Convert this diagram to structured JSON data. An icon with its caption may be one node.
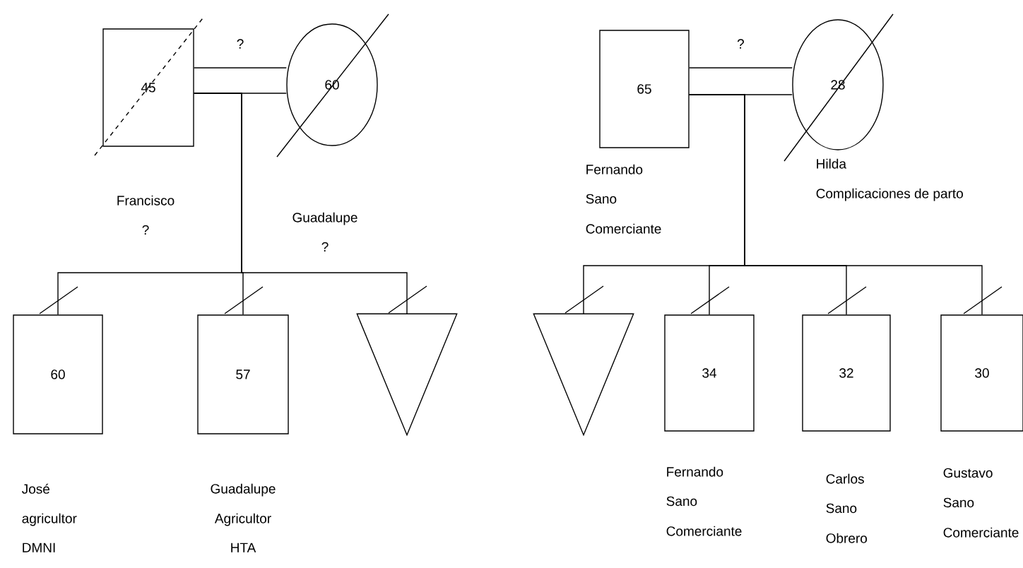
{
  "diagram": {
    "nodes": [
      {
        "text": [
          "45"
        ],
        "beside": [
          "Francisco",
          "?"
        ]
      },
      {
        "text": [
          "60"
        ],
        "beside": [
          "Guadalupe",
          "?"
        ]
      },
      {
        "text": [
          "65"
        ],
        "beside": [
          "Fernando",
          "Sano",
          "Comerciante"
        ]
      },
      {
        "text": [
          "28"
        ],
        "beside": [
          "Hilda",
          "Complicaciones de parto"
        ]
      },
      {
        "text": [
          "60"
        ],
        "beside": [
          "José",
          "agricultor",
          "DMNI"
        ]
      },
      {
        "text": [
          "57"
        ],
        "beside": [
          "Guadalupe",
          "Agricultor",
          "HTA"
        ]
      },
      {
        "text": [],
        "shape": "triangle"
      },
      {
        "text": [],
        "shape": "triangle"
      },
      {
        "text": [
          "34"
        ],
        "beside": [
          "Fernando",
          "Sano",
          "Comerciante"
        ]
      },
      {
        "text": [
          "32"
        ],
        "beside": [
          "Carlos",
          "Sano",
          "Obrero"
        ]
      },
      {
        "text": [
          "30"
        ],
        "beside": [
          "Gustavo",
          "Sano",
          "Comerciante"
        ]
      }
    ],
    "edges": [
      {
        "from": 0,
        "to": 1,
        "arrow": "none",
        "label": "?"
      },
      {
        "from": 0,
        "to": 1,
        "arrow": "none"
      },
      {
        "from": 2,
        "to": 3,
        "arrow": "none",
        "label": "?"
      },
      {
        "from": 2,
        "to": 3,
        "arrow": "none"
      },
      {
        "from": 0,
        "to": 4,
        "arrow": "none"
      },
      {
        "from": 0,
        "to": 5,
        "arrow": "none"
      },
      {
        "from": 0,
        "to": 6,
        "arrow": "none"
      },
      {
        "from": 2,
        "to": 7,
        "arrow": "none"
      },
      {
        "from": 2,
        "to": 8,
        "arrow": "none"
      },
      {
        "from": 2,
        "to": 9,
        "arrow": "none"
      },
      {
        "from": 2,
        "to": 10,
        "arrow": "none"
      }
    ]
  }
}
